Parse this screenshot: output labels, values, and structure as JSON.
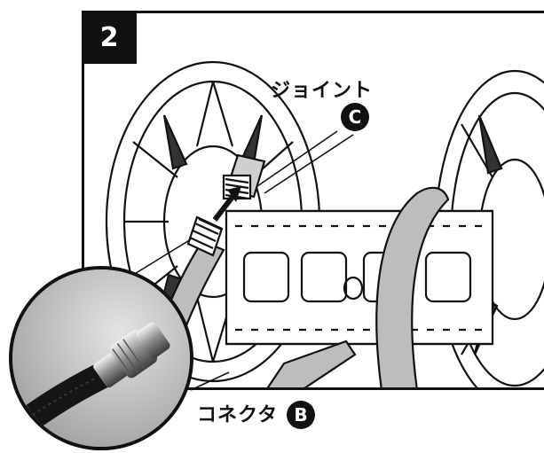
{
  "step": {
    "number": "2"
  },
  "callouts": {
    "joint": {
      "label": "ジョイント",
      "letter": "C"
    },
    "connector": {
      "label": "コネクタ",
      "letter": "B"
    }
  },
  "colors": {
    "ink": "#111111",
    "paper": "#ffffff",
    "hose": "#bdbdbd",
    "photo_bg": "#c8c8c8"
  }
}
